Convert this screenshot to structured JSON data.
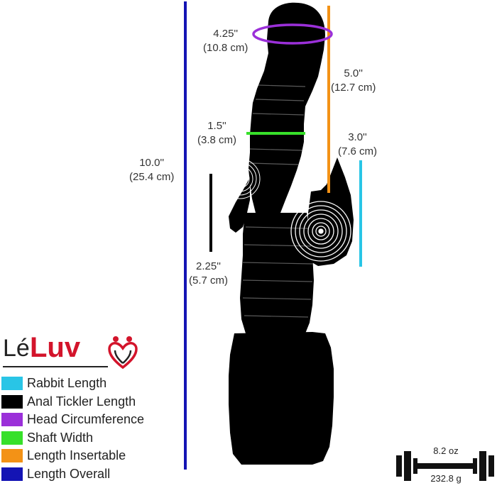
{
  "measurements": {
    "length_overall": {
      "inches": "10.0''",
      "cm": "(25.4 cm)"
    },
    "head_circumference": {
      "inches": "4.25''",
      "cm": "(10.8 cm)"
    },
    "length_insertable": {
      "inches": "5.0''",
      "cm": "(12.7 cm)"
    },
    "shaft_width": {
      "inches": "1.5''",
      "cm": "(3.8 cm)"
    },
    "rabbit_length": {
      "inches": "3.0''",
      "cm": "(7.6 cm)"
    },
    "anal_tickler_length": {
      "inches": "2.25''",
      "cm": "(5.7 cm)"
    }
  },
  "logo": {
    "prefix": "Lé",
    "brand": "Luv"
  },
  "legend": [
    {
      "label": "Rabbit Length",
      "color": "#29c5e6"
    },
    {
      "label": "Anal Tickler Length",
      "color": "#000000"
    },
    {
      "label": "Head Circumference",
      "color": "#9b30d9"
    },
    {
      "label": "Shaft Width",
      "color": "#37e02a"
    },
    {
      "label": "Length Insertable",
      "color": "#f39216"
    },
    {
      "label": "Length Overall",
      "color": "#1414b4"
    }
  ],
  "weight": {
    "oz": "8.2 oz",
    "g": "232.8 g",
    "icon": "dumbbell-icon"
  },
  "colors": {
    "brand_red": "#d3142b",
    "silhouette": "#000000"
  }
}
